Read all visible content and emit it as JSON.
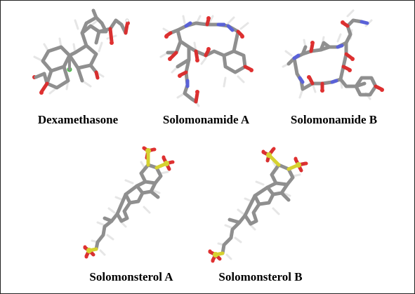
{
  "figure": {
    "molecules": [
      {
        "id": "dexamethasone",
        "label": "Dexamethasone"
      },
      {
        "id": "solomonamide-a",
        "label": "Solomonamide A"
      },
      {
        "id": "solomonamide-b",
        "label": "Solomonamide B"
      },
      {
        "id": "solomonsterol-a",
        "label": "Solomonsterol A"
      },
      {
        "id": "solomonsterol-b",
        "label": "Solomonsterol B"
      }
    ],
    "colors": {
      "carbon": "#9a9a9a",
      "carbon_dark": "#6f6f6f",
      "hydrogen": "#e6e6e6",
      "oxygen": "#e03030",
      "nitrogen": "#5a62d8",
      "sulfur": "#d6d230",
      "fluorine": "#40c040"
    }
  }
}
